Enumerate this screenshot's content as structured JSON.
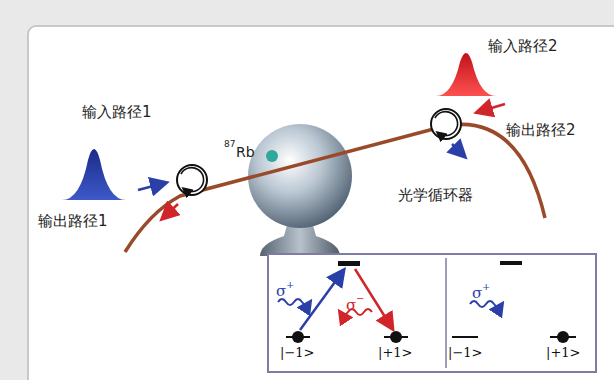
{
  "diagram": {
    "labels": [
      "输入路径1",
      "输出路径1",
      "87",
      "Rb",
      "输入路径2",
      "输出路径2",
      "光学循环器",
      "σ",
      "+",
      "σ",
      "−",
      "|−1>",
      "|+1>",
      "σ",
      "+",
      "|−1>",
      "|+1>"
    ]
  }
}
